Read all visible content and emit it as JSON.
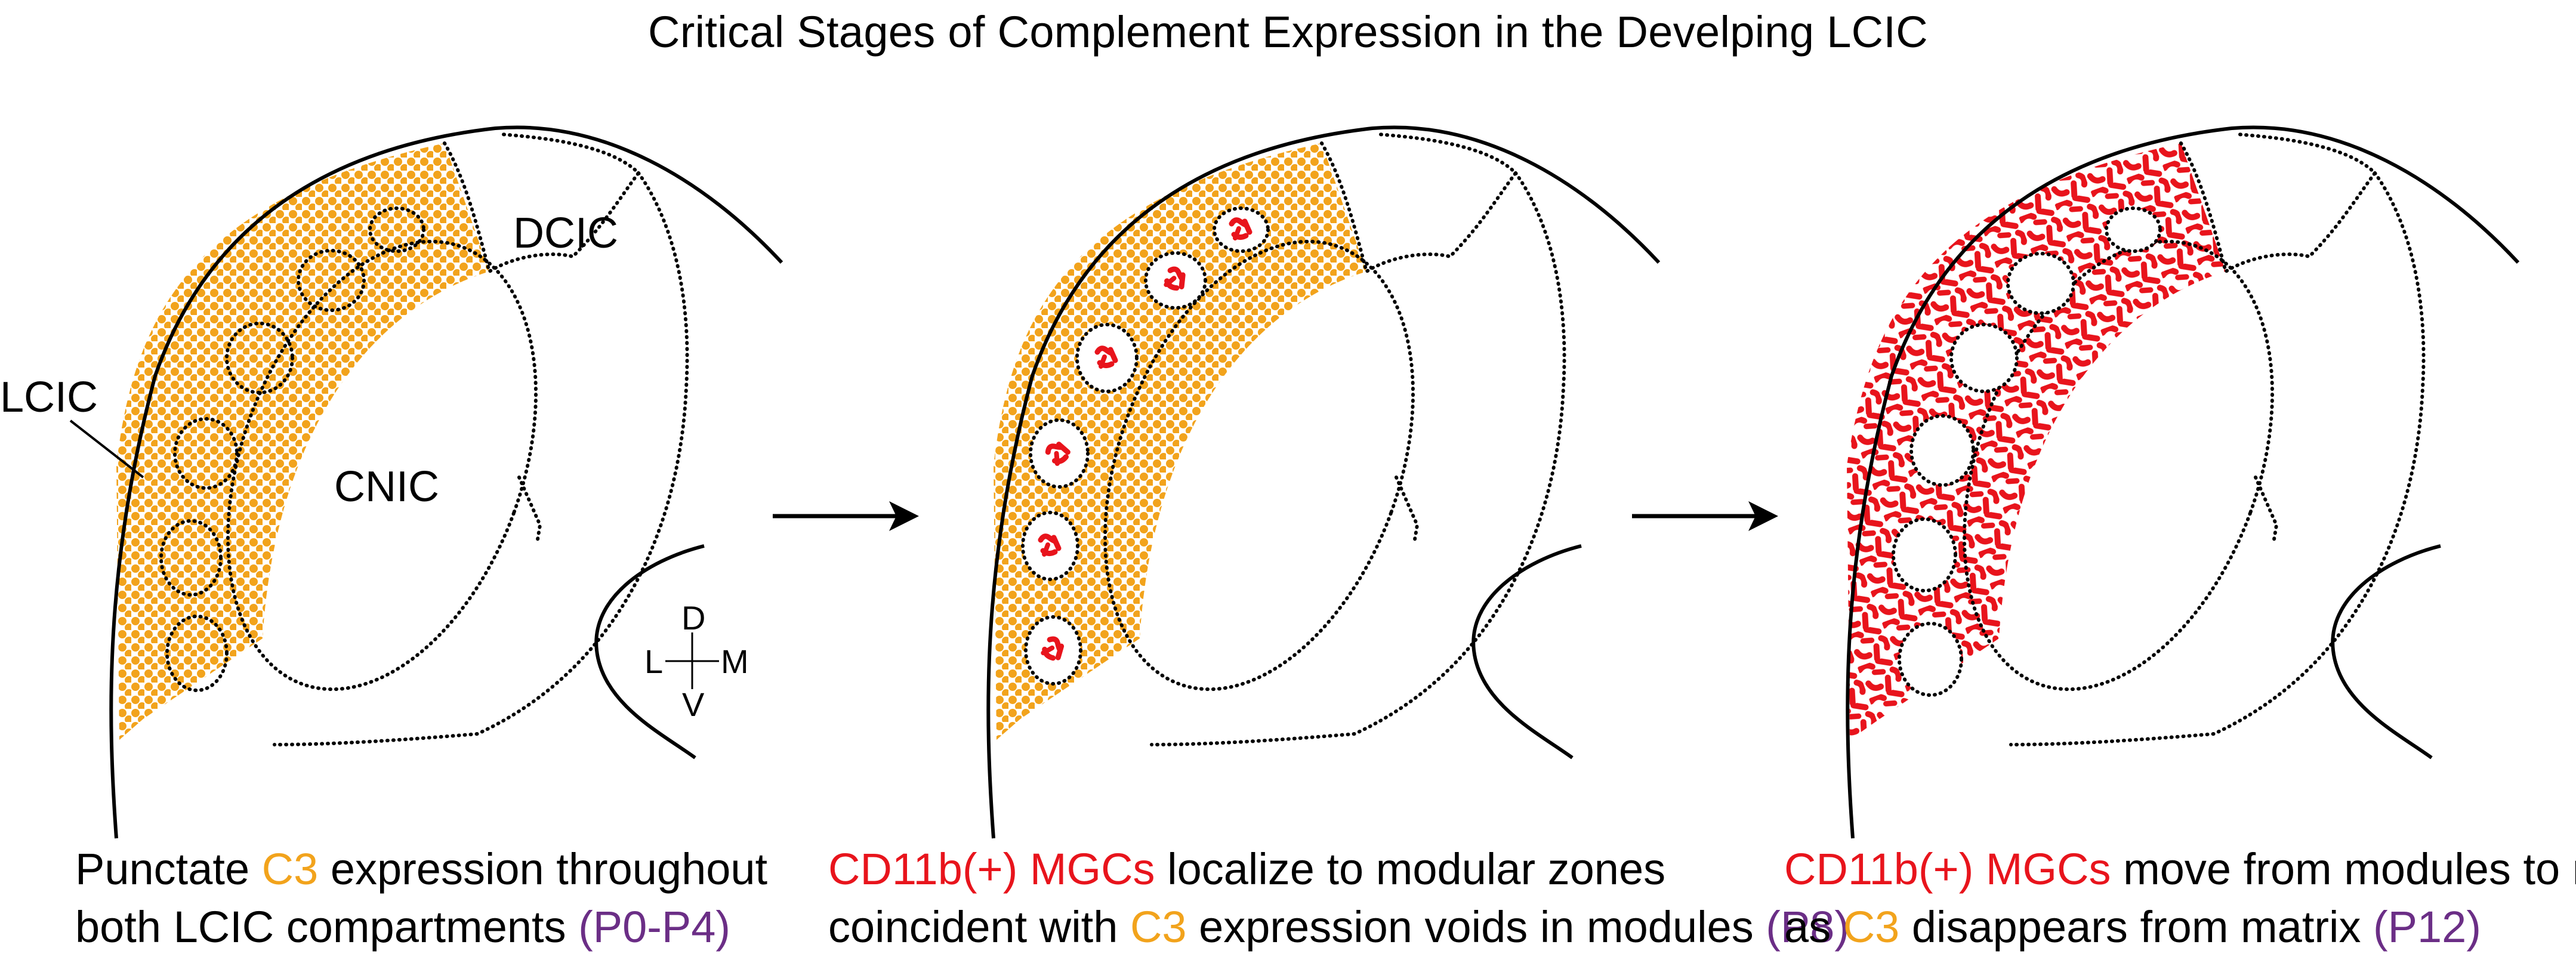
{
  "title": "Critical Stages of Complement Expression in the Develping LCIC",
  "colors": {
    "c3": "#f2a31c",
    "mgc": "#e8141c",
    "stage": "#6b2e86",
    "outline": "#000000"
  },
  "labels": {
    "lcic": "LCIC",
    "dcic": "DCIC",
    "cnic": "CNIC"
  },
  "compass": {
    "d": "D",
    "l": "L",
    "m": "M",
    "v": "V"
  },
  "panels": [
    {
      "caption_line1": {
        "a": "Punctate ",
        "b": "C3",
        "c": " expression throughout"
      },
      "caption_line2": {
        "a": "both LCIC compartments ",
        "b": "(P0-P4)"
      }
    },
    {
      "caption_line1": {
        "a": "CD11b(+) MGCs",
        "b": " localize to modular zones"
      },
      "caption_line2": {
        "a": "coincident with ",
        "b": "C3",
        "c": " expression voids in modules ",
        "d": "(P8)"
      }
    },
    {
      "caption_line1": {
        "a": "CD11b(+) MGCs",
        "b": " move from modules to matrix"
      },
      "caption_line2": {
        "a": "as ",
        "b": "C3",
        "c": " disappears from matrix ",
        "d": "(P12)"
      }
    }
  ]
}
